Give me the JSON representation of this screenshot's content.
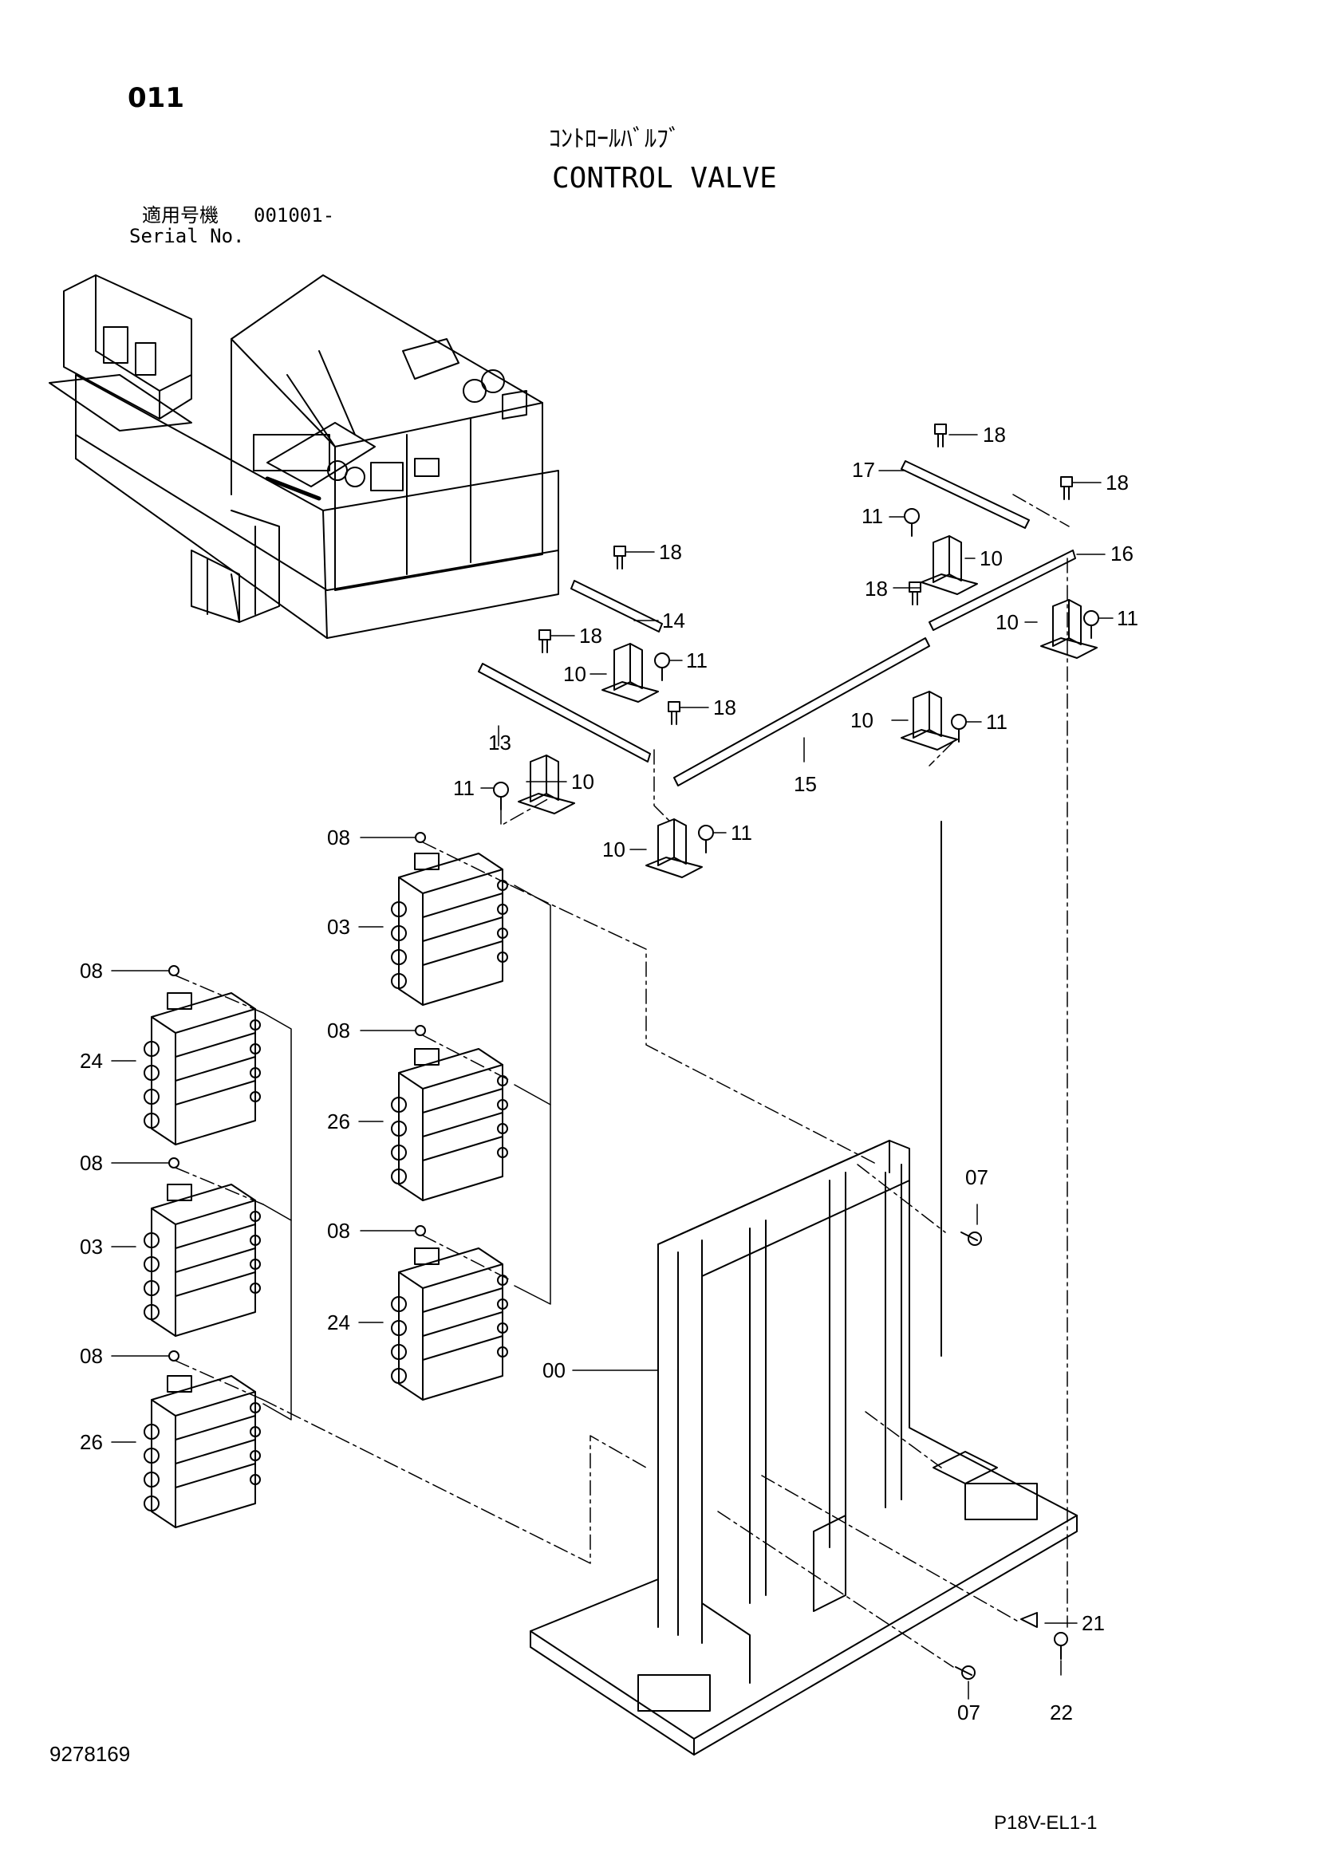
{
  "header": {
    "page_number": "011",
    "title_jp": "ｺﾝﾄﾛｰﾙﾊﾞﾙﾌﾞ",
    "title_en": "CONTROL VALVE",
    "serial_label_jp": "適用号機",
    "serial_value": "001001-",
    "serial_label_en": "Serial No."
  },
  "footer": {
    "drawing_number": "9278169",
    "page_code": "P18V-EL1-1"
  },
  "callouts": {
    "c18a": "18",
    "c18b": "18",
    "c18c": "18",
    "c18d": "18",
    "c18e": "18",
    "c18f": "18",
    "c17": "17",
    "c16": "16",
    "c14": "14",
    "c13": "13",
    "c15": "15",
    "c11a": "11",
    "c11b": "11",
    "c11c": "11",
    "c11d": "11",
    "c11e": "11",
    "c11f": "11",
    "c10a": "10",
    "c10b": "10",
    "c10c": "10",
    "c10d": "10",
    "c10e": "10",
    "c10f": "10",
    "c08a": "08",
    "c08b": "08",
    "c08c": "08",
    "c08d": "08",
    "c08e": "08",
    "c08f": "08",
    "c03a": "03",
    "c03b": "03",
    "c26a": "26",
    "c26b": "26",
    "c24a": "24",
    "c24b": "24",
    "c00": "00",
    "c07a": "07",
    "c07b": "07",
    "c21": "21",
    "c22": "22"
  }
}
